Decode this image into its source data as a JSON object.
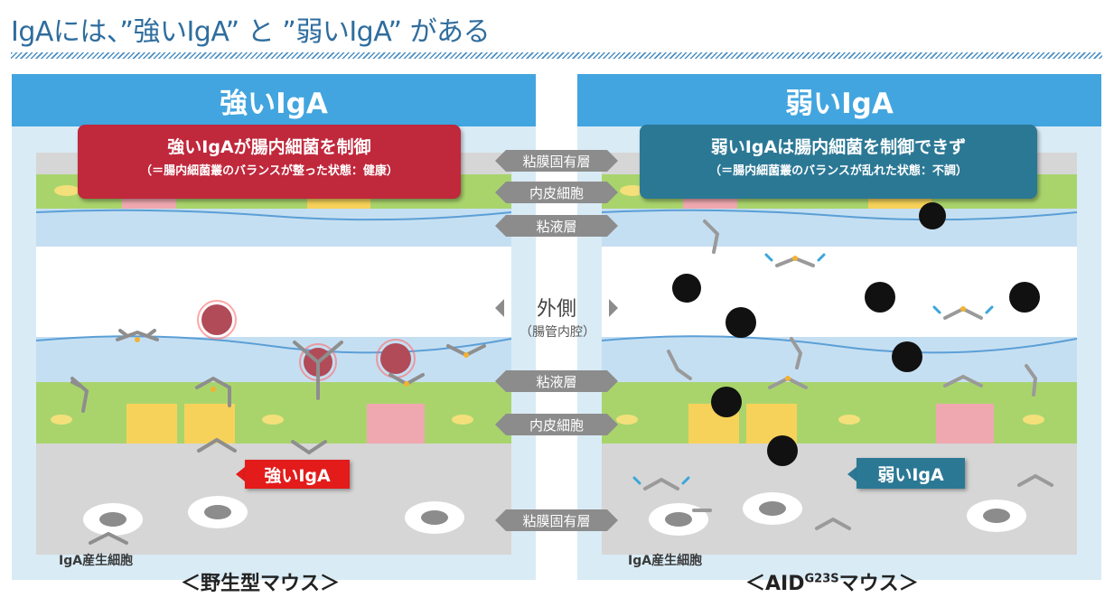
{
  "title": "IgAには、”強いIgA” と ”弱いIgA” がある",
  "left_panel": {
    "header": "強いIgA",
    "message_main": "強いIgAが腸内細菌を制御",
    "message_sub": "（＝腸内細菌叢のバランスが整った状態：健康）",
    "callout": "強いIgA",
    "cell_label": "IgA産生細胞",
    "mouse_label": "＜野生型マウス＞"
  },
  "right_panel": {
    "header": "弱いIgA",
    "message_main": "弱いIgAは腸内細菌を制御できず",
    "message_sub": "（＝腸内細菌叢のバランスが乱れた状態：不調）",
    "callout": "弱いIgA",
    "cell_label": "IgA産生細胞",
    "mouse_label_prefix": "＜AID",
    "mouse_label_sup": "G23S",
    "mouse_label_suffix": "マウス＞"
  },
  "layers": {
    "lamina_top": "粘膜固有層",
    "epithelium_top": "内皮細胞",
    "mucus_top": "粘液層",
    "lumen_main": "外側",
    "lumen_sub": "（腸管内腔）",
    "mucus_bottom": "粘液層",
    "epithelium_bottom": "内皮細胞",
    "lamina_bottom": "粘膜固有層"
  },
  "colors": {
    "title": "#2f6d9e",
    "header_blue": "#42a5df",
    "panel_bg": "#d9ebf5",
    "strong_red": "#c0283c",
    "callout_red": "#e31b1b",
    "weak_teal": "#2b7895",
    "layer_label_gray": "#8c8c8c"
  }
}
